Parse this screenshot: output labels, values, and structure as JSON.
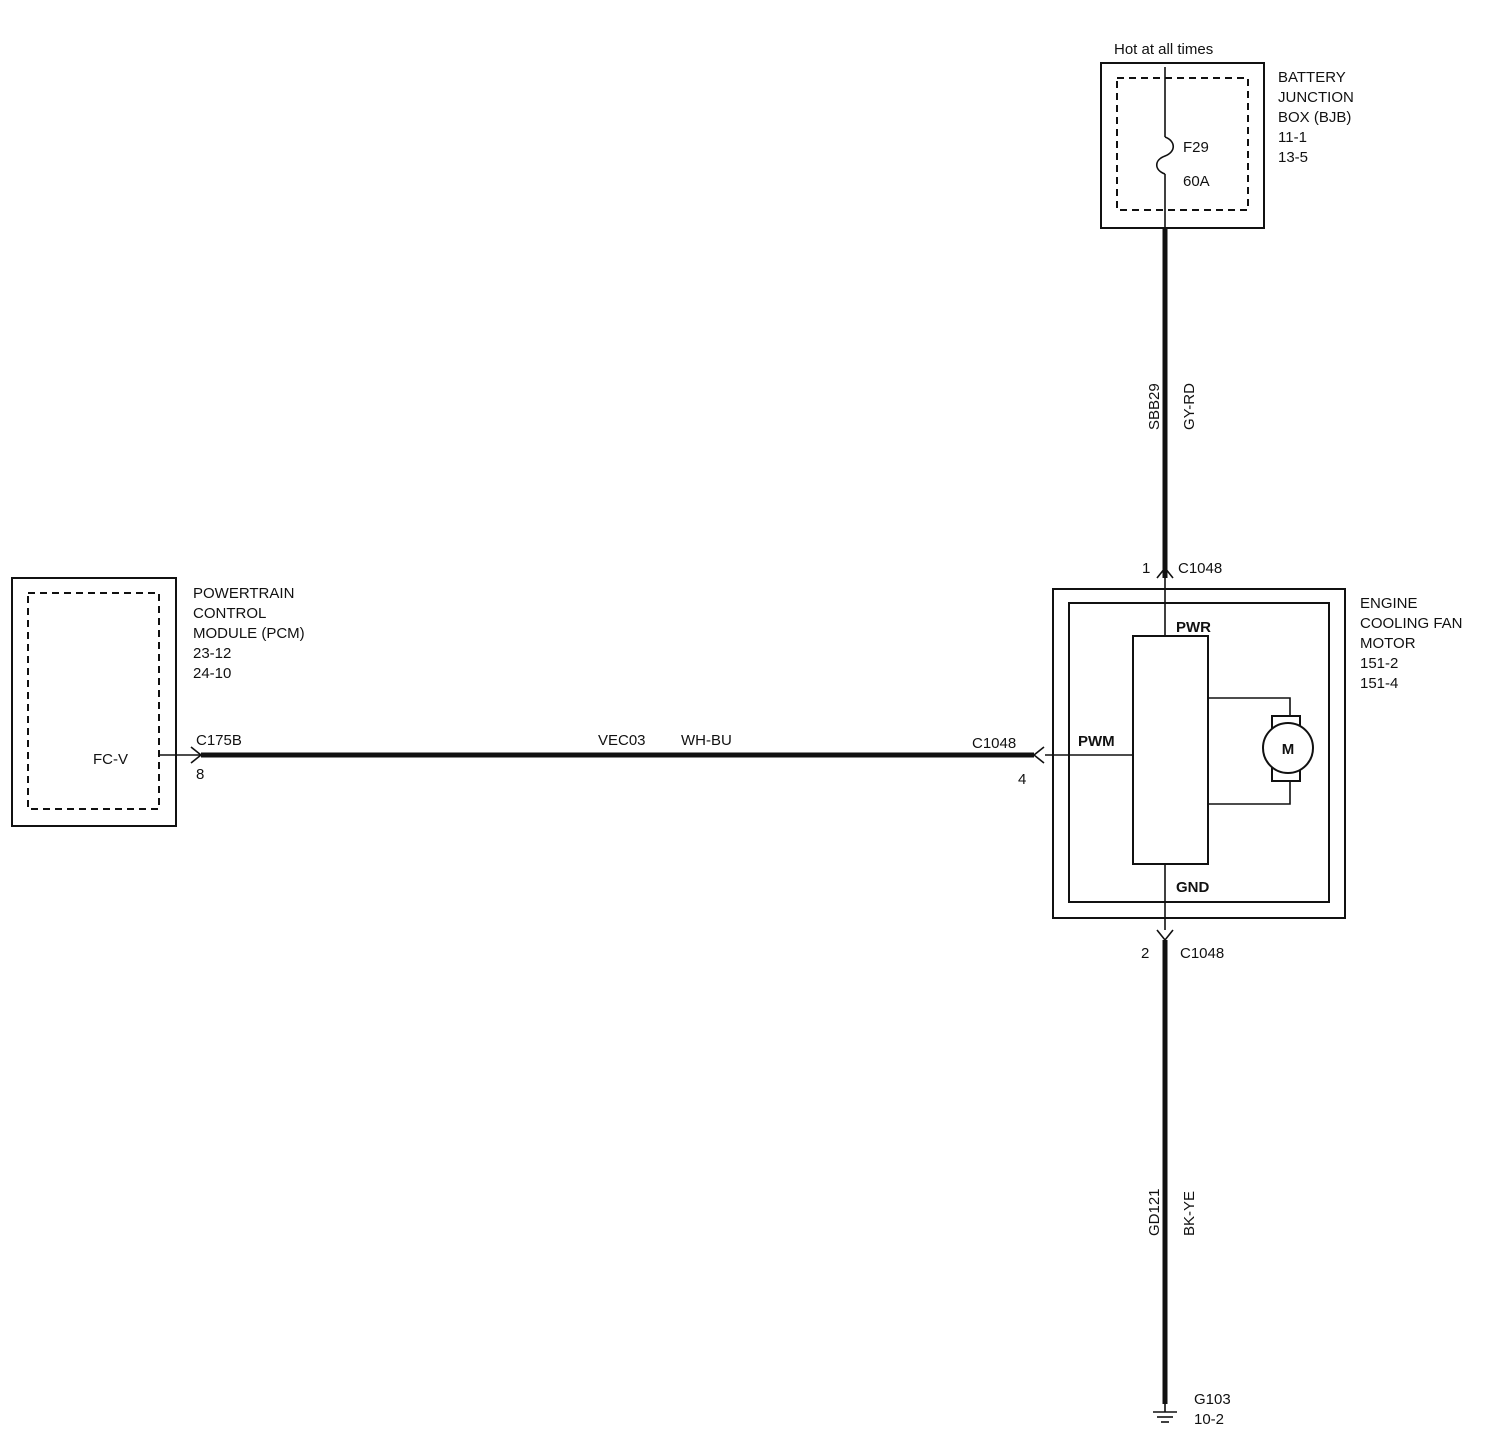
{
  "bjb": {
    "supply_note": "Hot at all times",
    "name_lines": [
      "BATTERY",
      "JUNCTION",
      "BOX (BJB)",
      "11-1",
      "13-5"
    ],
    "fuse_id": "F29",
    "fuse_rating": "60A"
  },
  "pcm": {
    "name_lines": [
      "POWERTRAIN",
      "CONTROL",
      "MODULE (PCM)",
      "23-12",
      "24-10"
    ],
    "pin_label": "FC-V",
    "connector": "C175B",
    "pin_number": "8"
  },
  "fan_motor": {
    "name_lines": [
      "ENGINE",
      "COOLING FAN",
      "MOTOR",
      "151-2",
      "151-4"
    ],
    "pwr_label": "PWR",
    "pwm_label": "PWM",
    "gnd_label": "GND",
    "motor_symbol": "M",
    "pwr_pin": "1",
    "pwr_connector": "C1048",
    "pwm_pin": "4",
    "pwm_connector": "C1048",
    "gnd_pin": "2",
    "gnd_connector": "C1048"
  },
  "wires": {
    "power_circuit": "SBB29",
    "power_color": "GY-RD",
    "signal_circuit": "VEC03",
    "signal_color": "WH-BU",
    "ground_circuit": "GD121",
    "ground_color": "BK-YE"
  },
  "ground": {
    "id": "G103",
    "ref": "10-2"
  }
}
